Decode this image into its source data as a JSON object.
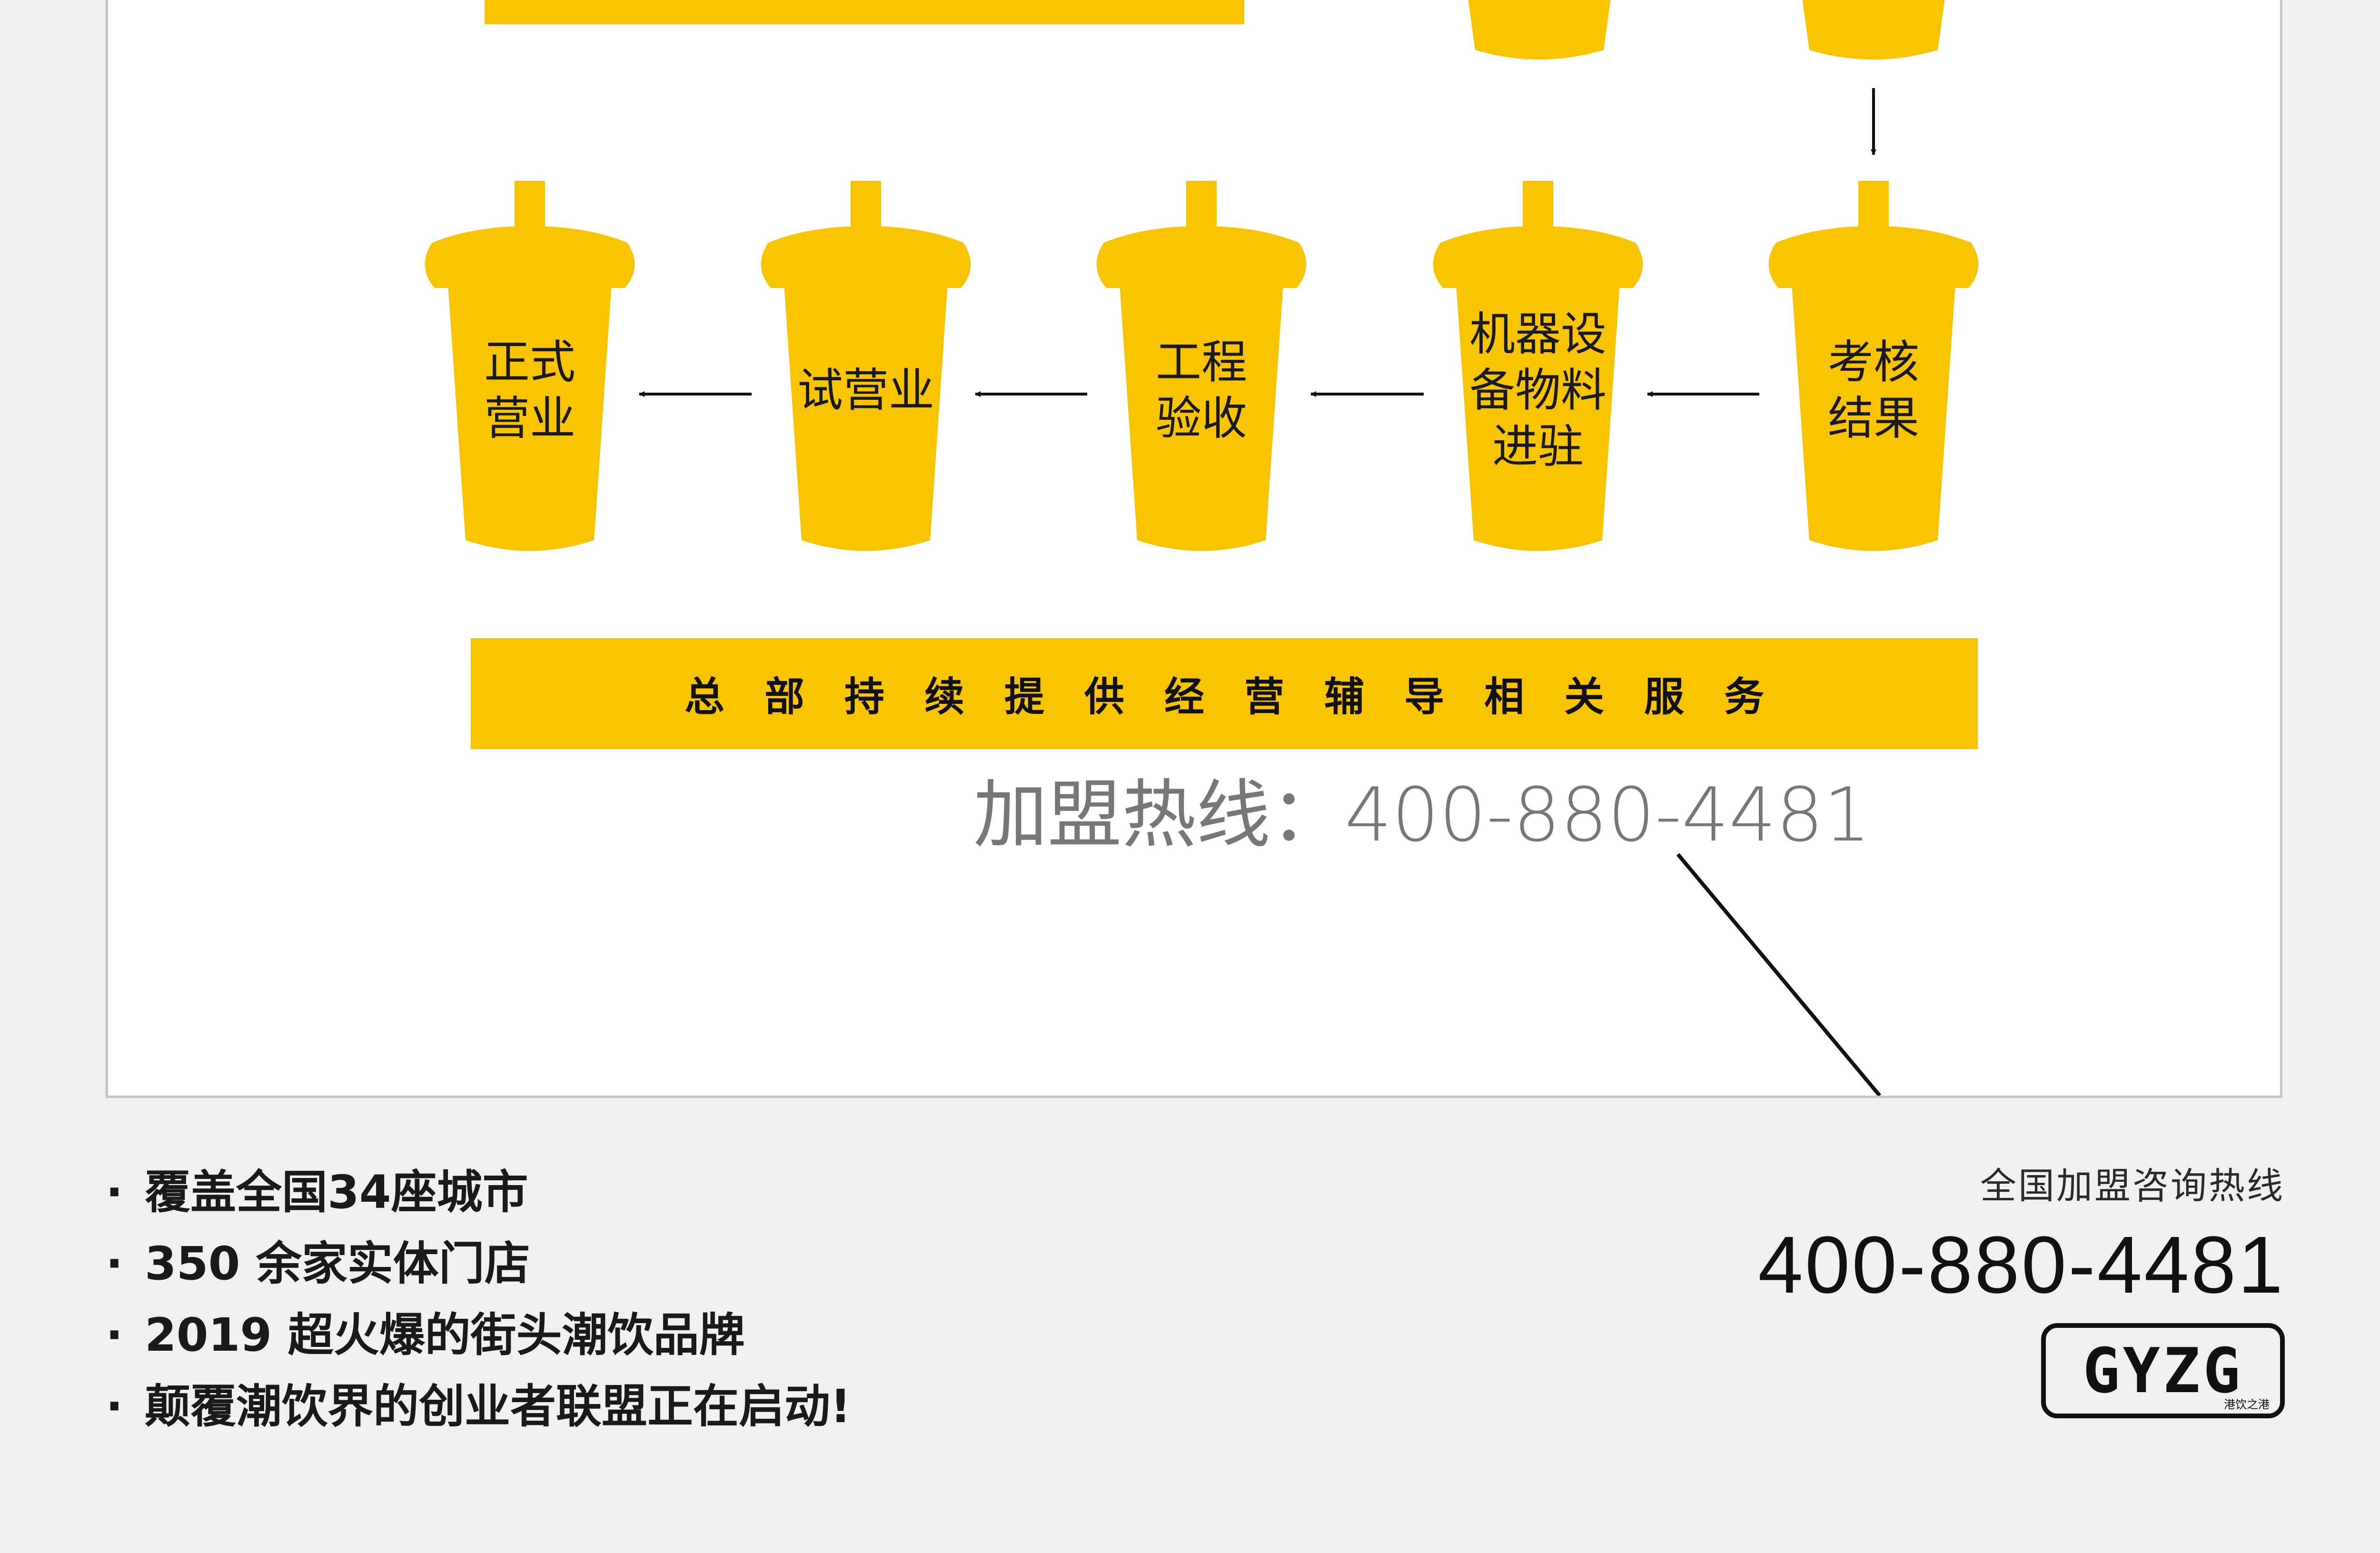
{
  "colors": {
    "background": "#f0f0f0",
    "panel": "#ffffff",
    "cup_yellow": "#f8c400",
    "text_dark": "#1a1a1a",
    "text_grey": "#777777"
  },
  "process": {
    "steps": [
      {
        "id": "formal-business",
        "label": "正式\n营业"
      },
      {
        "id": "trial-business",
        "label": "试营业"
      },
      {
        "id": "project-acceptance",
        "label": "工程\n验收"
      },
      {
        "id": "equipment-entry",
        "label": "机器设\n备物料\n进驻"
      },
      {
        "id": "assessment-result",
        "label": "考核\n结果"
      }
    ],
    "flow_direction": "right-to-left",
    "service_bar": "总部持续提供经营辅导相关服务",
    "hotline_label": "加盟热线：400-880-4481"
  },
  "features": [
    {
      "bullet": "·",
      "text": "覆盖全国34座城市"
    },
    {
      "bullet": "·",
      "text": "350 余家实体门店"
    },
    {
      "bullet": "·",
      "text": "2019 超火爆的街头潮饮品牌"
    },
    {
      "bullet": "·",
      "text": "颠覆潮饮界的创业者联盟正在启动!"
    }
  ],
  "contact": {
    "caption": "全国加盟咨询热线",
    "phone": "400-880-4481"
  },
  "brand": {
    "logo_text": "GYZG",
    "logo_sub": "港饮之港"
  }
}
